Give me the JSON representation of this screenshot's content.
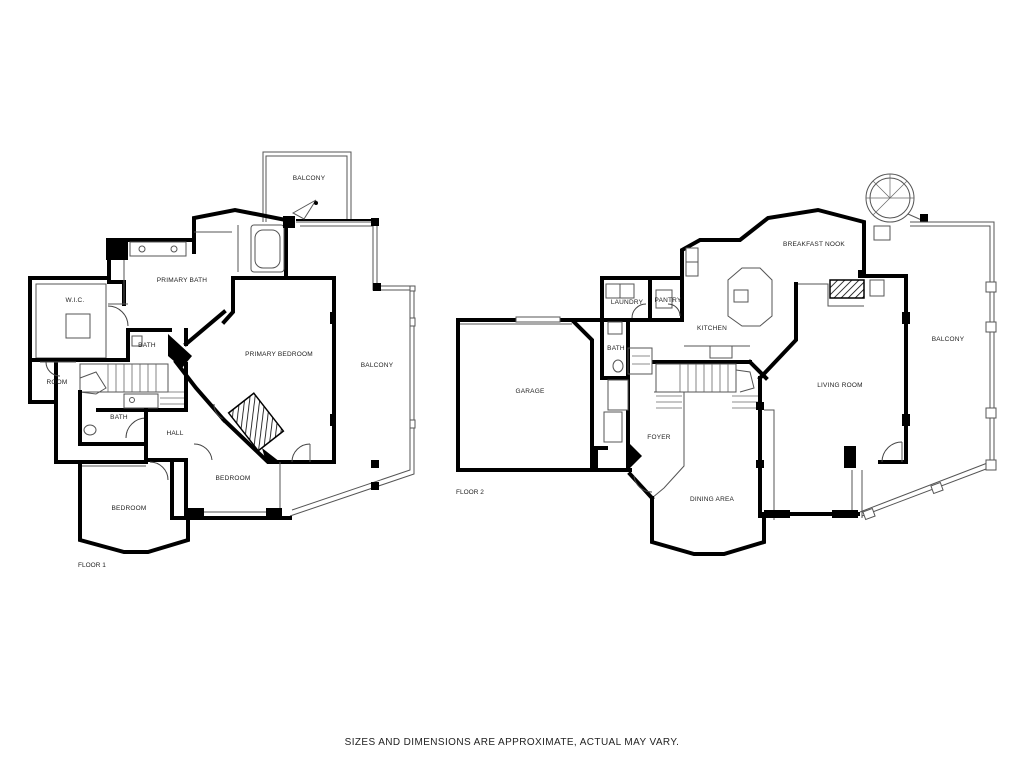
{
  "disclaimer": "SIZES AND DIMENSIONS ARE APPROXIMATE, ACTUAL MAY VARY.",
  "floors": [
    {
      "label": "FLOOR 1",
      "rooms": {
        "balcony_top": "BALCONY",
        "primary_bath": "PRIMARY BATH",
        "wic": "W.I.C.",
        "bath_upper": "BATH",
        "primary_bedroom": "PRIMARY BEDROOM",
        "balcony_side": "BALCONY",
        "room": "ROOM",
        "bath_lower": "BATH",
        "hall": "HALL",
        "bedroom_right": "BEDROOM",
        "bedroom_left": "BEDROOM"
      }
    },
    {
      "label": "FLOOR 2",
      "rooms": {
        "breakfast_nook": "BREAKFAST NOOK",
        "laundry": "LAUNDRY",
        "pantry": "PANTRY",
        "kitchen": "KITCHEN",
        "garage": "GARAGE",
        "bath": "BATH",
        "balcony": "BALCONY",
        "living_room": "LIVING ROOM",
        "foyer": "FOYER",
        "dining_area": "DINING AREA"
      }
    }
  ]
}
